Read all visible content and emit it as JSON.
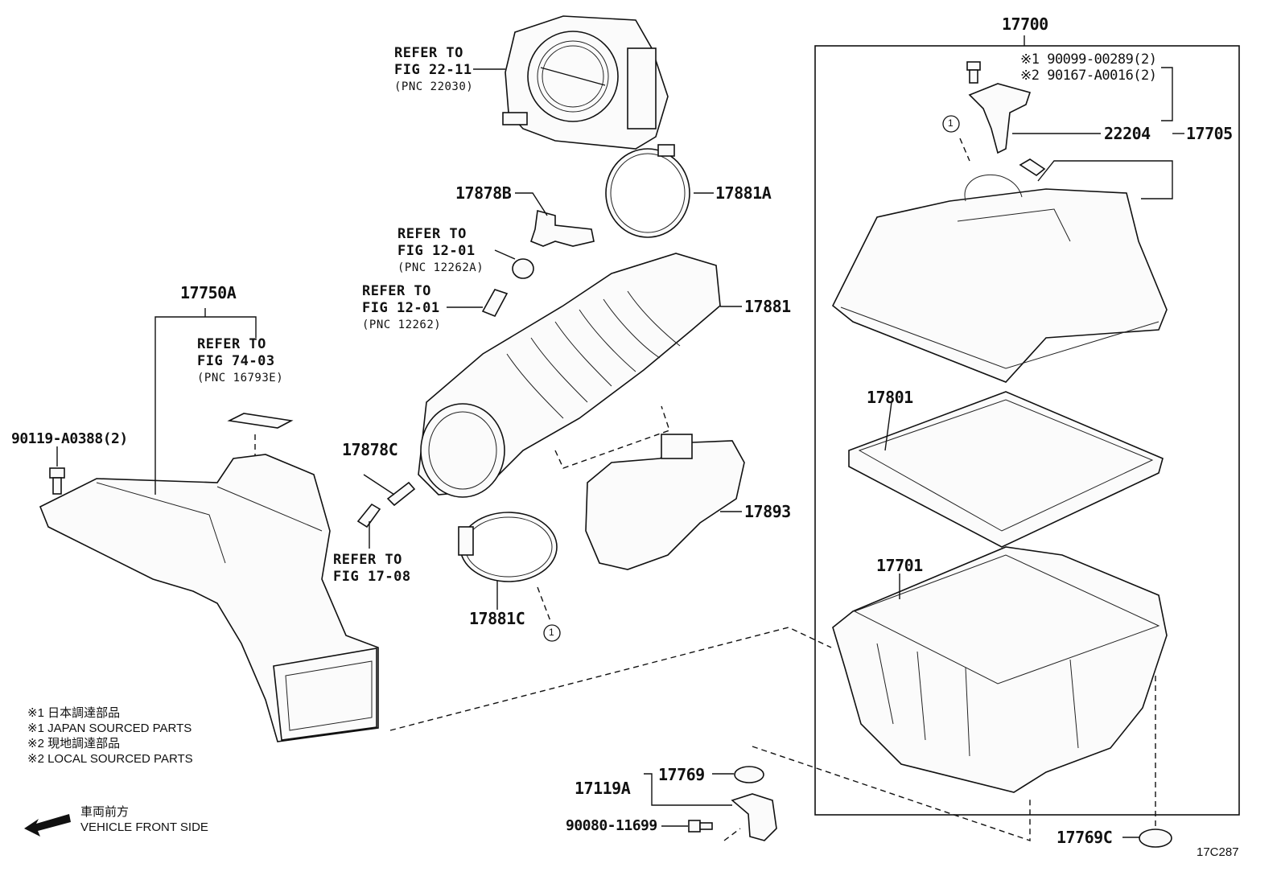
{
  "labels": {
    "p17700": "17700",
    "p17705": "17705",
    "p22204": "22204",
    "p17801": "17801",
    "p17701": "17701",
    "p17769C": "17769C",
    "p17881A": "17881A",
    "p17878B": "17878B",
    "p17881": "17881",
    "p17893": "17893",
    "p17878C": "17878C",
    "p17881C": "17881C",
    "p17750A": "17750A",
    "p17769": "17769",
    "p17119A": "17119A",
    "p90080": "90080-11699",
    "p90119": "90119-A0388(2)",
    "bolt1": "※1 90099-00289(2)",
    "bolt2": "※2 90167-A0016(2)",
    "circle1": "1",
    "circle2": "1",
    "fig_code": "17C287"
  },
  "refs": {
    "r22_11": {
      "line1": "REFER TO",
      "line2": "FIG 22-11",
      "line3": "(PNC 22030)"
    },
    "r12_01a": {
      "line1": "REFER TO",
      "line2": "FIG 12-01",
      "line3": "(PNC 12262A)"
    },
    "r12_01": {
      "line1": "REFER TO",
      "line2": "FIG 12-01",
      "line3": "(PNC 12262)"
    },
    "r74_03": {
      "line1": "REFER TO",
      "line2": "FIG 74-03",
      "line3": "(PNC 16793E)"
    },
    "r17_08": {
      "line1": "REFER TO",
      "line2": "FIG 17-08"
    }
  },
  "notes": [
    "※1  日本調達部品",
    "※1  JAPAN SOURCED PARTS",
    "※2  現地調達部品",
    "※2  LOCAL SOURCED PARTS"
  ],
  "direction": {
    "line1": "車両前方",
    "line2": "VEHICLE FRONT SIDE"
  }
}
